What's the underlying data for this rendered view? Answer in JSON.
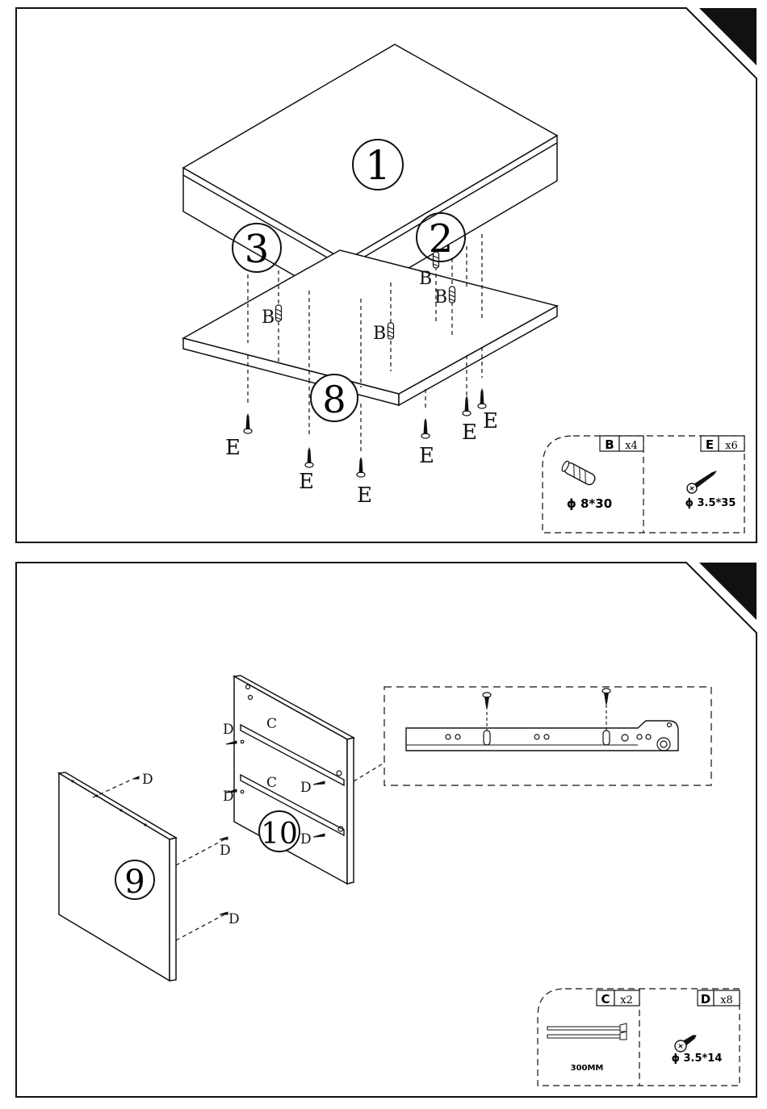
{
  "steps": [
    {
      "parts": {
        "top": "1",
        "left_side": "3",
        "right_side": "2",
        "bottom": "8"
      },
      "hardware_labels": {
        "dowel": "B",
        "screw": "E"
      },
      "hardware": [
        {
          "code": "B",
          "qty": "x4",
          "spec": "ɸ 8*30",
          "icon": "wood-dowel-icon"
        },
        {
          "code": "E",
          "qty": "x6",
          "spec": "ɸ 3.5*35",
          "icon": "screw-icon"
        }
      ]
    },
    {
      "parts": {
        "front": "9",
        "back": "10"
      },
      "hardware_labels": {
        "rail": "C",
        "screw": "D"
      },
      "hardware": [
        {
          "code": "C",
          "qty": "x2",
          "spec": "300MM",
          "icon": "drawer-slide-icon"
        },
        {
          "code": "D",
          "qty": "x8",
          "spec": "ɸ 3.5*14",
          "icon": "screw-icon"
        }
      ]
    }
  ],
  "colors": {
    "line": "#111111",
    "corner": "#111111",
    "background": "#ffffff"
  }
}
